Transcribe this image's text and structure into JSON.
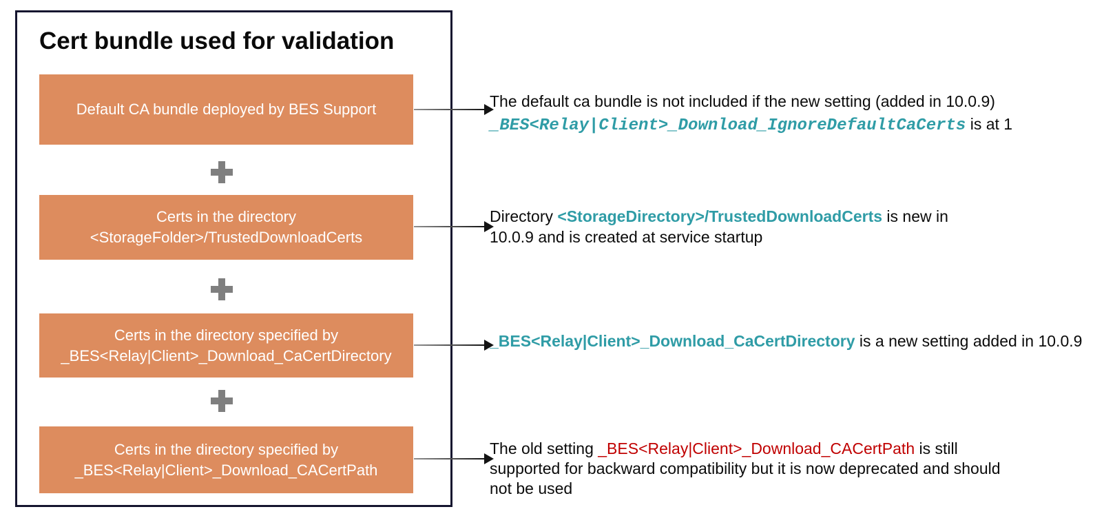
{
  "diagram": {
    "title": "Cert bundle used for validation",
    "plus_symbol": "+",
    "boxes": [
      {
        "line1": "Default CA bundle deployed by BES Support",
        "line2": ""
      },
      {
        "line1": "Certs in the directory",
        "line2": "<StorageFolder>/TrustedDownloadCerts"
      },
      {
        "line1": "Certs in the directory specified by",
        "line2": "_BES<Relay|Client>_Download_CaCertDirectory"
      },
      {
        "line1": "Certs in the directory specified by",
        "line2": "_BES<Relay|Client>_Download_CACertPath"
      }
    ],
    "annotations": [
      {
        "line1": "The default ca bundle is not included if the new setting (added in 10.0.9)",
        "setting_code": "_BES<Relay|Client>_Download_IgnoreDefaultCaCerts",
        "after_code": " is at 1"
      },
      {
        "before_highlight": "Directory ",
        "highlight": "<StorageDirectory>/TrustedDownloadCerts",
        "after_highlight": " is new in",
        "line2": "10.0.9 and is created at service startup"
      },
      {
        "highlight": "_BES<Relay|Client>_Download_CaCertDirectory",
        "after_highlight": " is a new setting added in 10.0.9"
      },
      {
        "before_deprecated": "The old setting ",
        "deprecated_setting": "_BES<Relay|Client>_Download_CACertPath",
        "after_deprecated": " is still",
        "line2": "supported for backward compatibility but it is now deprecated and should",
        "line3": "not be used"
      }
    ],
    "colors": {
      "box_fill": "#DD8C5E",
      "box_text": "#FFFFFF",
      "frame_border": "#15152F",
      "plus_gray": "#7F7F7F",
      "teal": "#2F9CA6",
      "deprecated_red": "#C00000",
      "text": "#0B0B0B"
    }
  }
}
